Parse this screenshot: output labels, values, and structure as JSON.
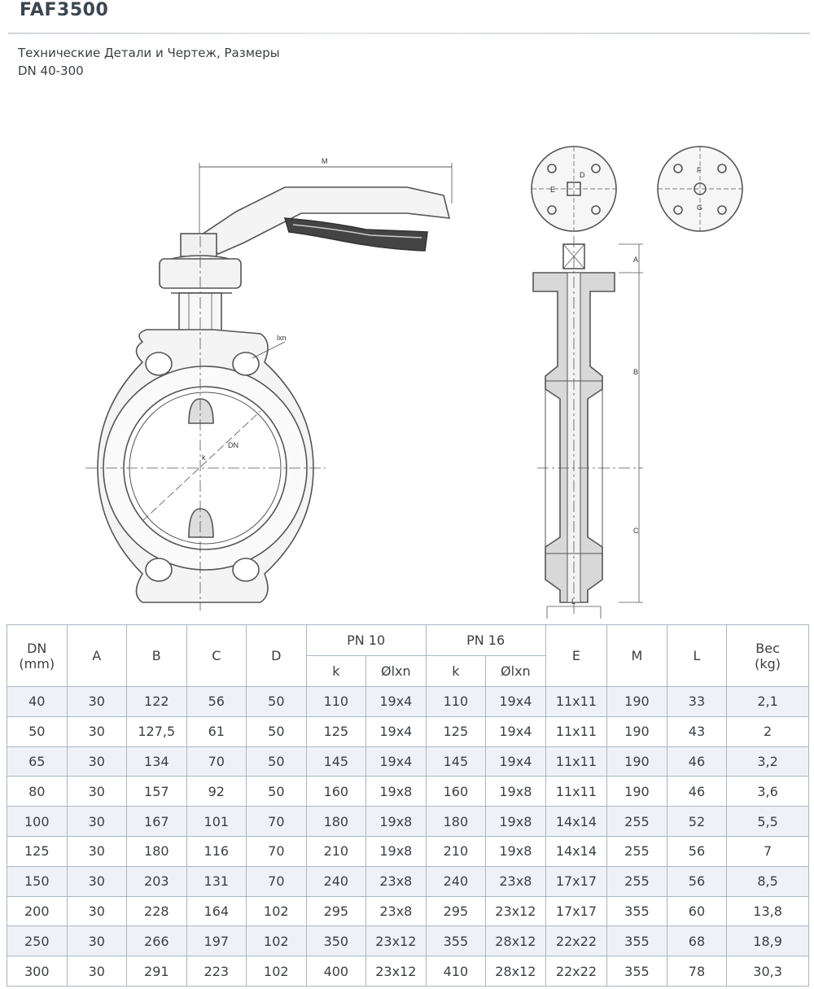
{
  "header": {
    "title": "FAF3500",
    "subtitle": "Технические Детали и Чертеж, Размеры",
    "size_range": "DN 40-300"
  },
  "drawing_labels": {
    "M": "M",
    "lxn": "lxn",
    "k": "k",
    "DN": "DN",
    "A": "A",
    "B": "B",
    "C": "C",
    "L": "L",
    "E": "E",
    "D": "D",
    "F": "F",
    "G": "G"
  },
  "table": {
    "head": {
      "dn": "DN",
      "dn_unit": "(mm)",
      "a": "A",
      "b": "B",
      "c": "C",
      "d": "D",
      "pn10": "PN 10",
      "pn16": "PN 16",
      "k10": "k",
      "lxn10": "Ølxn",
      "k16": "k",
      "lxn16": "Ølxn",
      "e": "E",
      "m": "M",
      "l": "L",
      "weight": "Вес",
      "weight_unit": "(kg)"
    },
    "rows": [
      [
        "40",
        "30",
        "122",
        "56",
        "50",
        "110",
        "19x4",
        "110",
        "19x4",
        "11x11",
        "190",
        "33",
        "2,1"
      ],
      [
        "50",
        "30",
        "127,5",
        "61",
        "50",
        "125",
        "19x4",
        "125",
        "19x4",
        "11x11",
        "190",
        "43",
        "2"
      ],
      [
        "65",
        "30",
        "134",
        "70",
        "50",
        "145",
        "19x4",
        "145",
        "19x4",
        "11x11",
        "190",
        "46",
        "3,2"
      ],
      [
        "80",
        "30",
        "157",
        "92",
        "50",
        "160",
        "19x8",
        "160",
        "19x8",
        "11x11",
        "190",
        "46",
        "3,6"
      ],
      [
        "100",
        "30",
        "167",
        "101",
        "70",
        "180",
        "19x8",
        "180",
        "19x8",
        "14x14",
        "255",
        "52",
        "5,5"
      ],
      [
        "125",
        "30",
        "180",
        "116",
        "70",
        "210",
        "19x8",
        "210",
        "19x8",
        "14x14",
        "255",
        "56",
        "7"
      ],
      [
        "150",
        "30",
        "203",
        "131",
        "70",
        "240",
        "23x8",
        "240",
        "23x8",
        "17x17",
        "255",
        "56",
        "8,5"
      ],
      [
        "200",
        "30",
        "228",
        "164",
        "102",
        "295",
        "23x8",
        "295",
        "23x12",
        "17x17",
        "355",
        "60",
        "13,8"
      ],
      [
        "250",
        "30",
        "266",
        "197",
        "102",
        "350",
        "23x12",
        "355",
        "28x12",
        "22x22",
        "355",
        "68",
        "18,9"
      ],
      [
        "300",
        "30",
        "291",
        "223",
        "102",
        "400",
        "23x12",
        "410",
        "28x12",
        "22x22",
        "355",
        "78",
        "30,3"
      ]
    ]
  }
}
